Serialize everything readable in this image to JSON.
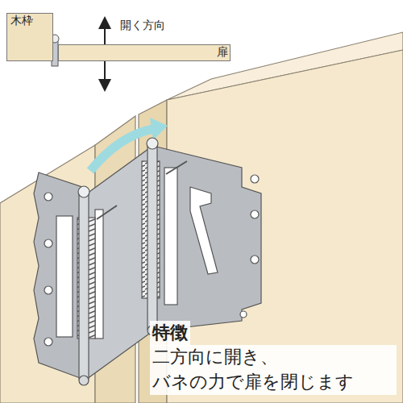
{
  "diagram": {
    "nodes": [
      {
        "text": [
          "木枠"
        ]
      },
      {
        "text": [
          "扉"
        ]
      }
    ],
    "labels": [
      "開く方向",
      "特徴",
      "二方向に開き、 バネの力で扉を閉じます"
    ]
  }
}
